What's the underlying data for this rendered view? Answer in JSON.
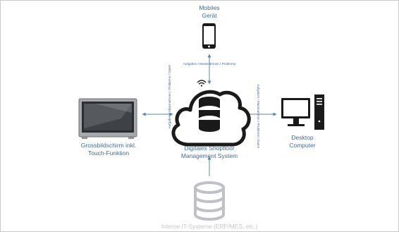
{
  "nodes": {
    "mobile": {
      "line1": "Mobiles",
      "line2": "Gerät"
    },
    "screen": {
      "line1": "Grossbildschirm inkl.",
      "line2": "Touch-Funktion"
    },
    "center": {
      "line1": "Digitales Shopfloor",
      "line2": "Management System"
    },
    "desktop": {
      "line1": "Desktop",
      "line2": "Computer"
    },
    "internal": {
      "line1": "Interne IT-Systeme (ERP/MES, etc.)"
    }
  },
  "edges": {
    "mobile_center": "Aufgaben / Massnahmen / Probleme",
    "screen_center": "Aufgaben / Massnahmen / Probleme / Daten",
    "desktop_center": "Aufgaben / Massnahmen / Probleme / Daten"
  },
  "icons": {
    "mobile": "smartphone-icon",
    "screen": "monitor-tv-icon",
    "center": "cloud-database-icon",
    "wifi": "wifi-icon",
    "desktop": "desktop-computer-icon",
    "internal": "database-icon"
  },
  "colors": {
    "accent": "#3f6c98",
    "icon": "#1a1a1a",
    "faded": "#c3c6cc",
    "arrow": "#5b84ae"
  }
}
